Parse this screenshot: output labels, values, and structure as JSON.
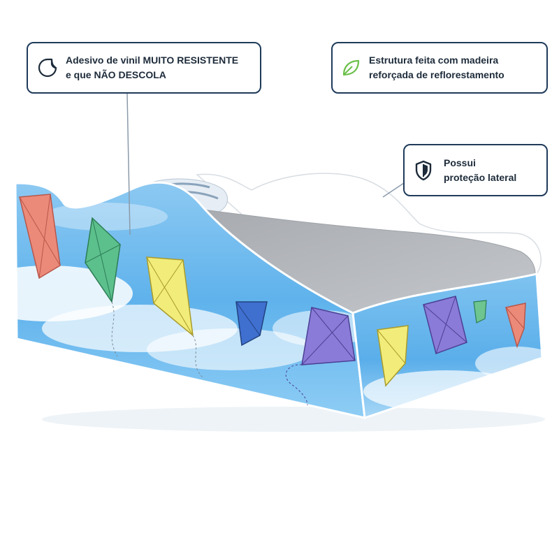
{
  "callouts": {
    "vinyl": {
      "line1": "Adesivo de vinil MUITO RESISTENTE",
      "line2": "e que NÃO DESCOLA",
      "icon": "sticker-peel-icon"
    },
    "wood": {
      "line1": "Estrutura feita com madeira",
      "line2": "reforçada de reflorestamento",
      "icon": "leaf-icon"
    },
    "side": {
      "line1": "Possui",
      "line2": "proteção lateral",
      "icon": "shield-icon"
    }
  },
  "colors": {
    "border": "#1f3b5a",
    "text": "#1d2b3a",
    "leaf": "#6cc04a",
    "sky": "#5fb2ec",
    "mattress": "#b9bcc0"
  }
}
